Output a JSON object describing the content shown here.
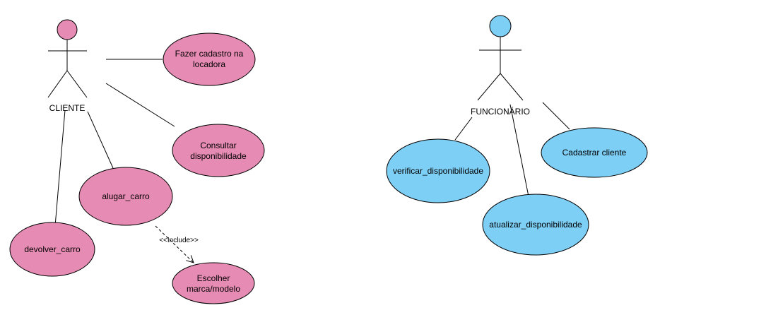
{
  "colors": {
    "client_fill": "#e68bb3",
    "employee_fill": "#7ecff5",
    "stroke": "#000000",
    "background": "#ffffff"
  },
  "actors": {
    "cliente": {
      "label": "CLIENTE"
    },
    "funcionario": {
      "label": "FUNCIONÁRIO"
    }
  },
  "usecases": {
    "fazer_cadastro": {
      "lines": [
        "Fazer cadastro na",
        "locadora"
      ]
    },
    "consultar": {
      "lines": [
        "Consultar",
        "disponibilidade"
      ]
    },
    "alugar": {
      "lines": [
        "alugar_carro"
      ]
    },
    "devolver": {
      "lines": [
        "devolver_carro"
      ]
    },
    "escolher": {
      "lines": [
        "Escolher",
        "marca/modelo"
      ]
    },
    "verificar": {
      "lines": [
        "verificar_disponibilidade"
      ]
    },
    "atualizar": {
      "lines": [
        "atualizar_disponibilidade"
      ]
    },
    "cadastrar_cliente": {
      "lines": [
        "Cadastrar cliente"
      ]
    }
  },
  "relations": {
    "include_label": "<<Include>>"
  }
}
